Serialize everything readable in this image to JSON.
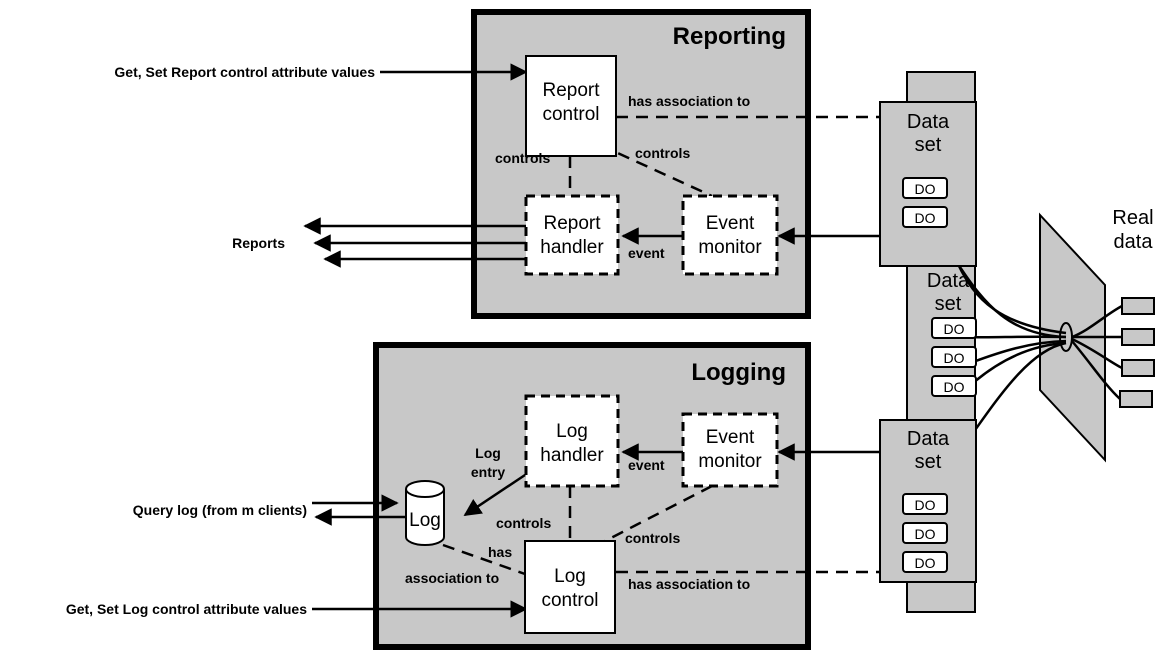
{
  "reporting": {
    "title": "Reporting",
    "report_control": [
      "Report",
      "control"
    ],
    "report_handler": [
      "Report",
      "handler"
    ],
    "event_monitor": [
      "Event",
      "monitor"
    ],
    "lbl_has_association": "has association to",
    "lbl_controls_left": "controls",
    "lbl_controls_right": "controls",
    "lbl_event": "event"
  },
  "logging": {
    "title": "Logging",
    "log_handler": [
      "Log",
      "handler"
    ],
    "event_monitor": [
      "Event",
      "monitor"
    ],
    "log_control": [
      "Log",
      "control"
    ],
    "log_store": "Log",
    "lbl_log_entry": [
      "Log",
      "entry"
    ],
    "lbl_event": "event",
    "lbl_controls_left": "controls",
    "lbl_controls_right": "controls",
    "lbl_has": "has",
    "lbl_association_to": "association to",
    "lbl_has_association": "has association to"
  },
  "external": {
    "get_set_report": "Get, Set Report control attribute values",
    "reports": "Reports",
    "query_log": "Query log (from m clients)",
    "get_set_log": "Get, Set Log control attribute values"
  },
  "datasets": {
    "top": {
      "label": [
        "Data",
        "set"
      ],
      "items": [
        "DO",
        "DO"
      ]
    },
    "middle": {
      "label": [
        "Data",
        "set"
      ],
      "items": [
        "DO",
        "DO",
        "DO"
      ]
    },
    "bottom": {
      "label": [
        "Data",
        "set"
      ],
      "items": [
        "DO",
        "DO",
        "DO"
      ]
    }
  },
  "real_data": [
    "Real",
    "data"
  ]
}
